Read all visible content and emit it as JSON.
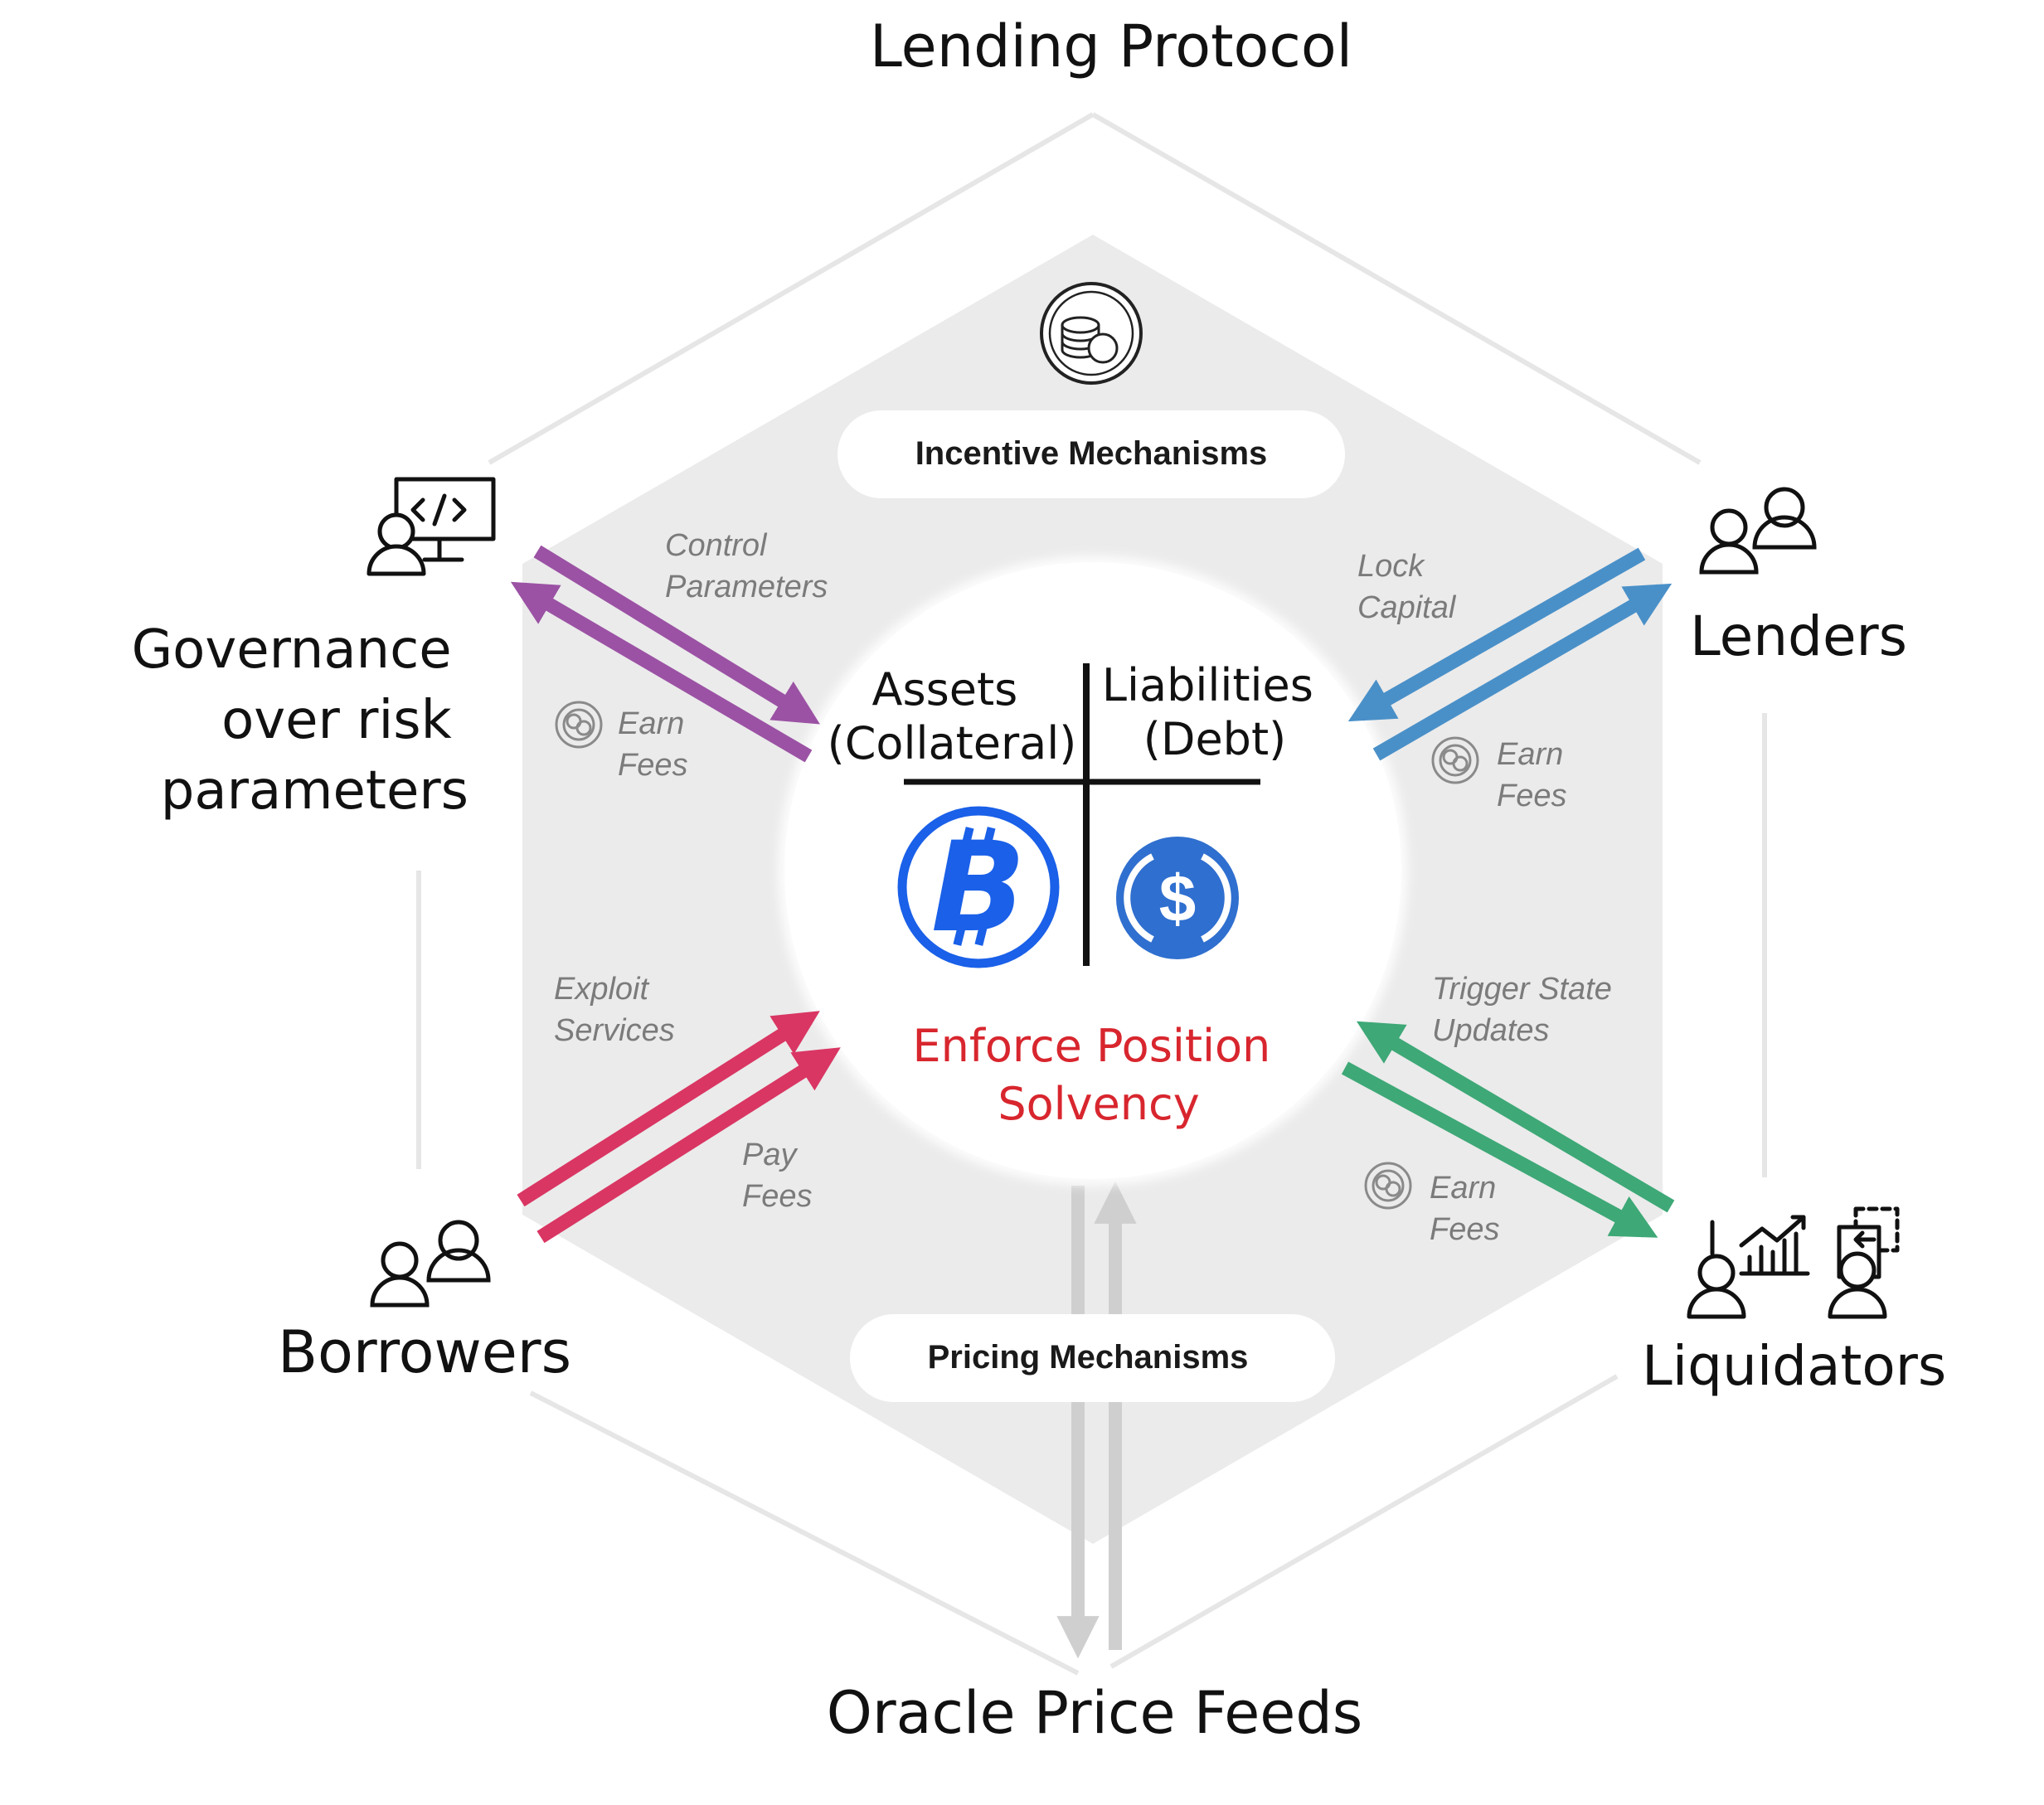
{
  "title": "Lending Protocol",
  "bottom_label": "Oracle Price Feeds",
  "actors": {
    "governance": [
      "Governance",
      "over risk",
      "parameters"
    ],
    "lenders": "Lenders",
    "borrowers": "Borrowers",
    "liquidators": "Liquidators"
  },
  "mechanisms": {
    "incentive": "Incentive Mechanisms",
    "pricing": "Pricing Mechanisms"
  },
  "balance_sheet": {
    "assets": [
      "Assets",
      "(Collateral)"
    ],
    "liabilities": [
      "Liabilities",
      "(Debt)"
    ],
    "asset_symbol": "B",
    "liability_symbol": "$"
  },
  "center_action": [
    "Enforce Position",
    "Solvency"
  ],
  "flows": {
    "governance_top": [
      "Control",
      "Parameters"
    ],
    "governance_bottom": [
      "Earn",
      "Fees"
    ],
    "lenders_top": [
      "Lock",
      "Capital"
    ],
    "lenders_bottom": [
      "Earn",
      "Fees"
    ],
    "borrowers_top": [
      "Exploit",
      "Services"
    ],
    "borrowers_bottom": [
      "Pay",
      "Fees"
    ],
    "liquidators_top": [
      "Trigger State",
      "Updates"
    ],
    "liquidators_bottom": [
      "Earn",
      "Fees"
    ]
  },
  "colors": {
    "governance": "#9b52a4",
    "lenders": "#4a90c8",
    "borrowers": "#d93663",
    "liquidators": "#3ea877",
    "hex_fill": "#ebebeb",
    "bitcoin": "#1a60e8",
    "usdc": "#2f6fcf",
    "solvency": "#d8262e"
  },
  "icons": [
    "coin-stack-icon",
    "developer-user-icon",
    "lender-users-icon",
    "borrower-users-icon",
    "liquidator-users-icon",
    "bitcoin-icon",
    "usdc-icon",
    "fee-coin-icon"
  ]
}
